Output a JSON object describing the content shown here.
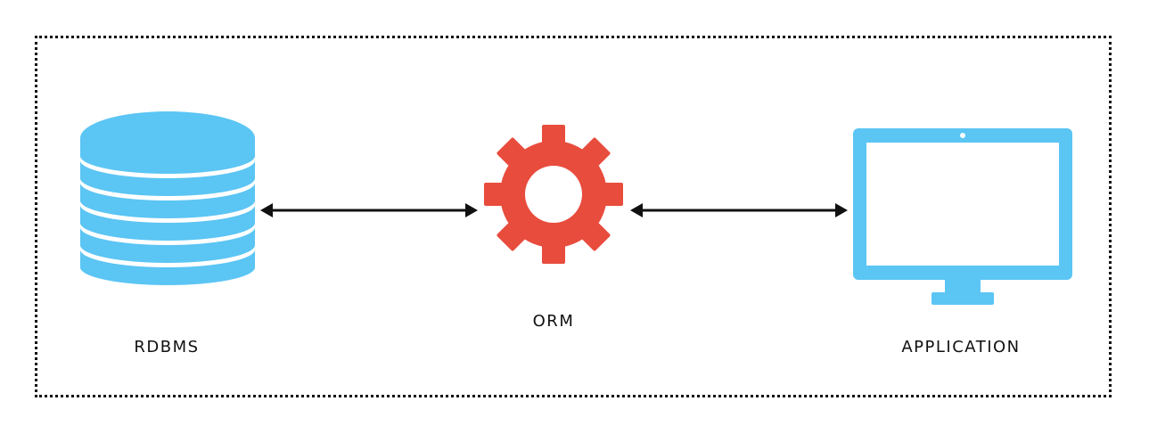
{
  "labels": {
    "database": "RDBMS",
    "orm": "ORM",
    "application": "APPLICATION"
  },
  "icons": {
    "database": "database-icon",
    "orm": "gear-icon",
    "application": "monitor-icon"
  },
  "colors": {
    "database": "#5bc5f4",
    "gear": "#e84c3d",
    "monitor": "#5bc5f4",
    "arrow": "#111111",
    "border": "#111111"
  }
}
